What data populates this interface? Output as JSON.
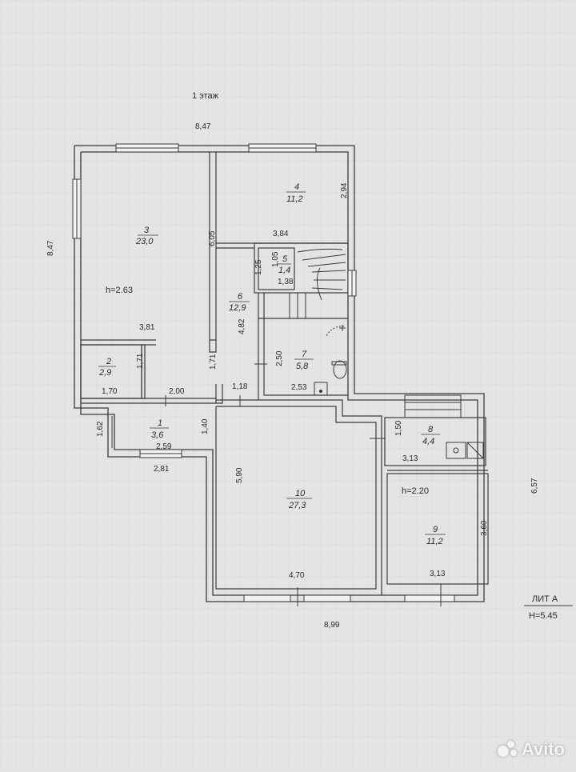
{
  "plan": {
    "floor_title": "1 этаж",
    "lit_label": "ЛИТ А",
    "height_label": "H=5.45",
    "overall_dims": {
      "top": "8,47",
      "left": "8,47",
      "bottom": "8,99",
      "right": "6,57"
    }
  },
  "rooms": [
    {
      "num": "1",
      "area": "3,6"
    },
    {
      "num": "2",
      "area": "2,9"
    },
    {
      "num": "3",
      "area": "23,0"
    },
    {
      "num": "4",
      "area": "11,2"
    },
    {
      "num": "5",
      "area": "1,4"
    },
    {
      "num": "6",
      "area": "12,9"
    },
    {
      "num": "7",
      "area": "5,8"
    },
    {
      "num": "8",
      "area": "4,4"
    },
    {
      "num": "9",
      "area": "11,2"
    },
    {
      "num": "10",
      "area": "27,3"
    }
  ],
  "ceiling_heights": {
    "main": "h=2.63",
    "annex": "h=2.20"
  },
  "dimensions": {
    "r3_width": "3,81",
    "r3_height": "6,05",
    "r4_height": "2,94",
    "r4_width": "3,84",
    "r5_a": "1,25",
    "r5_b": "1,05",
    "r5_c": "1,38",
    "r6_height": "4,82",
    "r6_a": "1,71",
    "r6_b": "1,18",
    "r7_height": "2,50",
    "r7_width": "2,53",
    "r2_height": "1,71",
    "r2_width": "1,70",
    "hall_width": "2,00",
    "r1_height": "1,40",
    "r1_width": "2,59",
    "r1_left": "1,62",
    "r1_outer": "2,81",
    "r10_height": "5,90",
    "r10_width": "4,70",
    "r8_height": "1,50",
    "r8_width": "3,13",
    "r9_height": "3,60",
    "r9_width": "3,13"
  },
  "watermark": {
    "brand": "Avito"
  },
  "colors": {
    "paper": "#e4e5e2",
    "wall": "#3a3a3a",
    "grid": "#d2d5d0"
  }
}
